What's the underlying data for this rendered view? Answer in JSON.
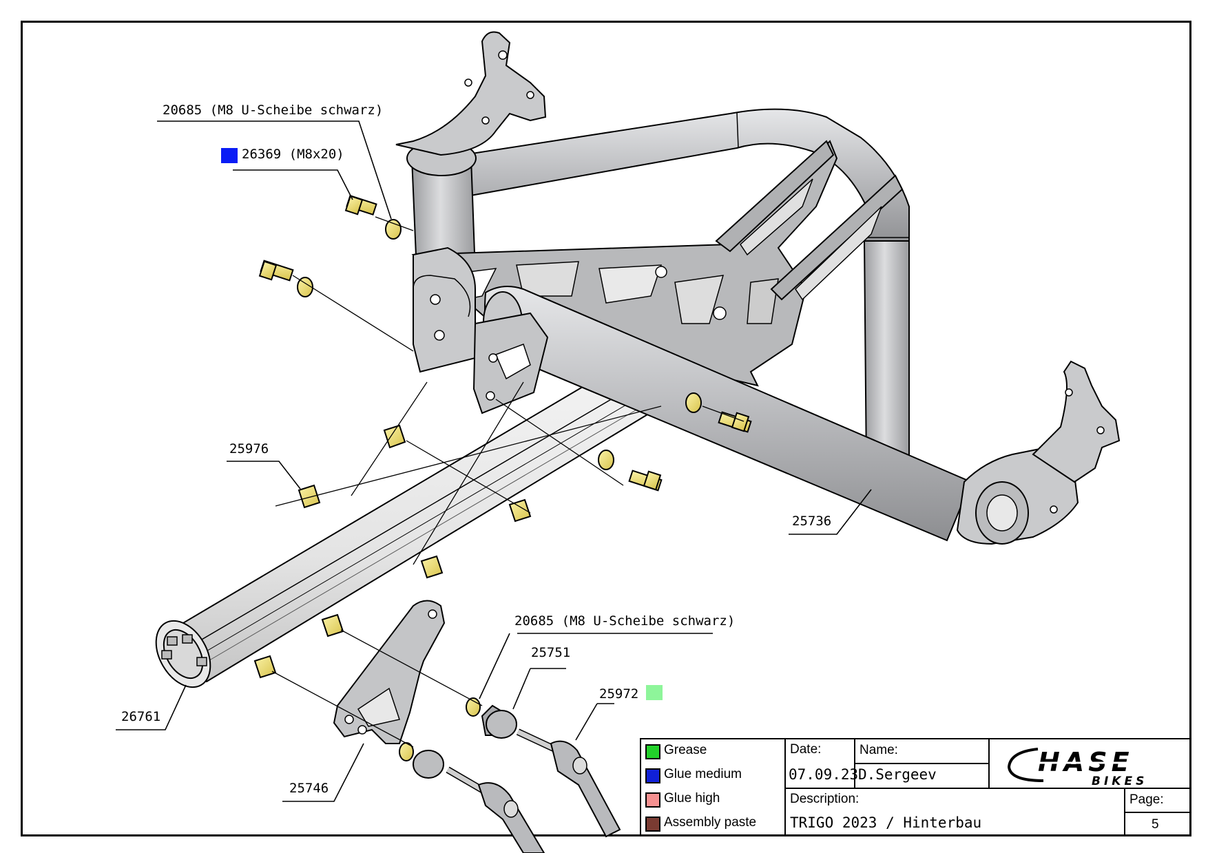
{
  "callouts": {
    "washer_top": "20685 (M8 U-Scheibe schwarz)",
    "bolt_top": "26369 (M8x20)",
    "nut_left": "25976",
    "frame": "25736",
    "tube": "26761",
    "washer_bottom": "20685 (M8 U-Scheibe schwarz)",
    "spacer": "25751",
    "lever": "25972",
    "bracket": "25746"
  },
  "colors": {
    "bolt_marker": "#0a1cf5",
    "lever_marker": "#8ef59a",
    "part_grey": "#c8c9cb",
    "fastener_yellow": "#f2e27a"
  },
  "legend": [
    {
      "label": "Grease",
      "color": "#22d02a"
    },
    {
      "label": "Glue medium",
      "color": "#1020d8"
    },
    {
      "label": "Glue high",
      "color": "#f59090"
    },
    {
      "label": "Assembly paste",
      "color": "#7a3b32"
    }
  ],
  "titleblock": {
    "date_label": "Date:",
    "date_value": "07.09.23",
    "name_label": "Name:",
    "name_value": "D.Sergeev",
    "description_label": "Description:",
    "description_value": "TRIGO 2023 / Hinterbau",
    "page_label": "Page:",
    "page_value": "5",
    "logo_main": "HASE",
    "logo_sub": "BIKES"
  }
}
